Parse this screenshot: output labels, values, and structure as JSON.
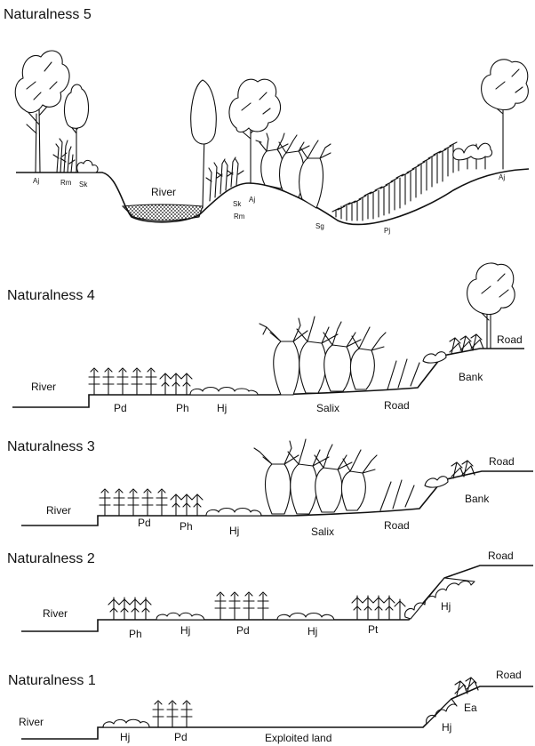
{
  "colors": {
    "ink": "#111111",
    "background": "#ffffff"
  },
  "icons": [
    "tree-icon",
    "shrub-icon",
    "reed-icon",
    "willow-icon",
    "stone-icon",
    "grass-icon"
  ],
  "panels": [
    {
      "title": "Naturalness 5",
      "labels": {
        "aj_left": "Aj",
        "rm_left": "Rm",
        "sk_left": "Sk",
        "river": "River",
        "sk_mid": "Sk",
        "rm_mid": "Rm",
        "aj_mid": "Aj",
        "sg": "Sg",
        "pj": "Pj",
        "aj_right": "Aj"
      }
    },
    {
      "title": "Naturalness 4",
      "labels": {
        "river": "River",
        "pd": "Pd",
        "ph": "Ph",
        "hj": "Hj",
        "salix": "Salix",
        "road_low": "Road",
        "bank": "Bank",
        "road_high": "Road"
      }
    },
    {
      "title": "Naturalness 3",
      "labels": {
        "river": "River",
        "pd": "Pd",
        "ph": "Ph",
        "hj": "Hj",
        "salix": "Salix",
        "road_low": "Road",
        "bank": "Bank",
        "road_high": "Road"
      }
    },
    {
      "title": "Naturalness 2",
      "labels": {
        "river": "River",
        "ph": "Ph",
        "hj_1": "Hj",
        "pd": "Pd",
        "hj_2": "Hj",
        "pt": "Pt",
        "hj_bank": "Hj",
        "road": "Road"
      }
    },
    {
      "title": "Naturalness 1",
      "labels": {
        "river": "River",
        "hj": "Hj",
        "pd": "Pd",
        "exploited": "Exploited land",
        "hj_bank": "Hj",
        "ea": "Ea",
        "road": "Road"
      }
    }
  ]
}
